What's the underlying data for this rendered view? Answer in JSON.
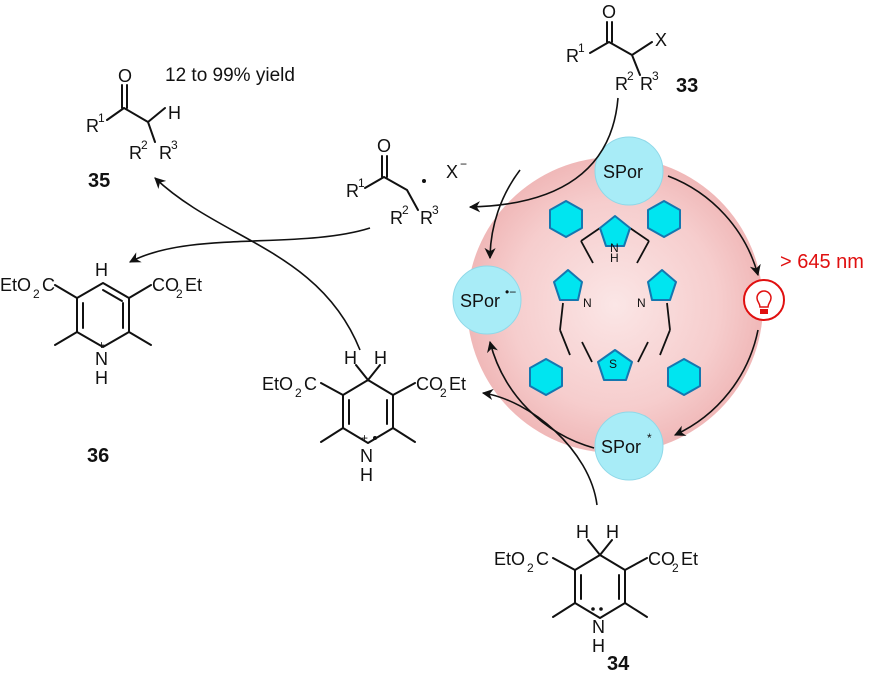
{
  "yield_text": "12 to 99% yield",
  "wavelength": "> 645 nm",
  "compound_labels": {
    "c33": "33",
    "c34": "34",
    "c35": "35",
    "c36": "36"
  },
  "catalyst_states": {
    "ground": "SPor",
    "excited": "SPor",
    "radical_anion": "SPor"
  },
  "catalyst_superscripts": {
    "excited": "*",
    "radical_anion": "•−"
  },
  "atoms": {
    "O": "O",
    "X": "X",
    "H": "H",
    "N": "N",
    "S": "S",
    "R": "R",
    "r1": "1",
    "r2": "2",
    "r3": "3",
    "X_minus": "X",
    "minus": "−",
    "plus": "+",
    "EtO2C_a": "EtO",
    "EtO2C_b": "C",
    "CO2Et_a": "CO",
    "CO2Et_b": "Et",
    "two": "2"
  },
  "colors": {
    "accent_red": "#e01010",
    "catalyst_cyan": "#a8ecf7",
    "halo": "#f5c8c8",
    "porphyrin": "#00e5f0"
  }
}
